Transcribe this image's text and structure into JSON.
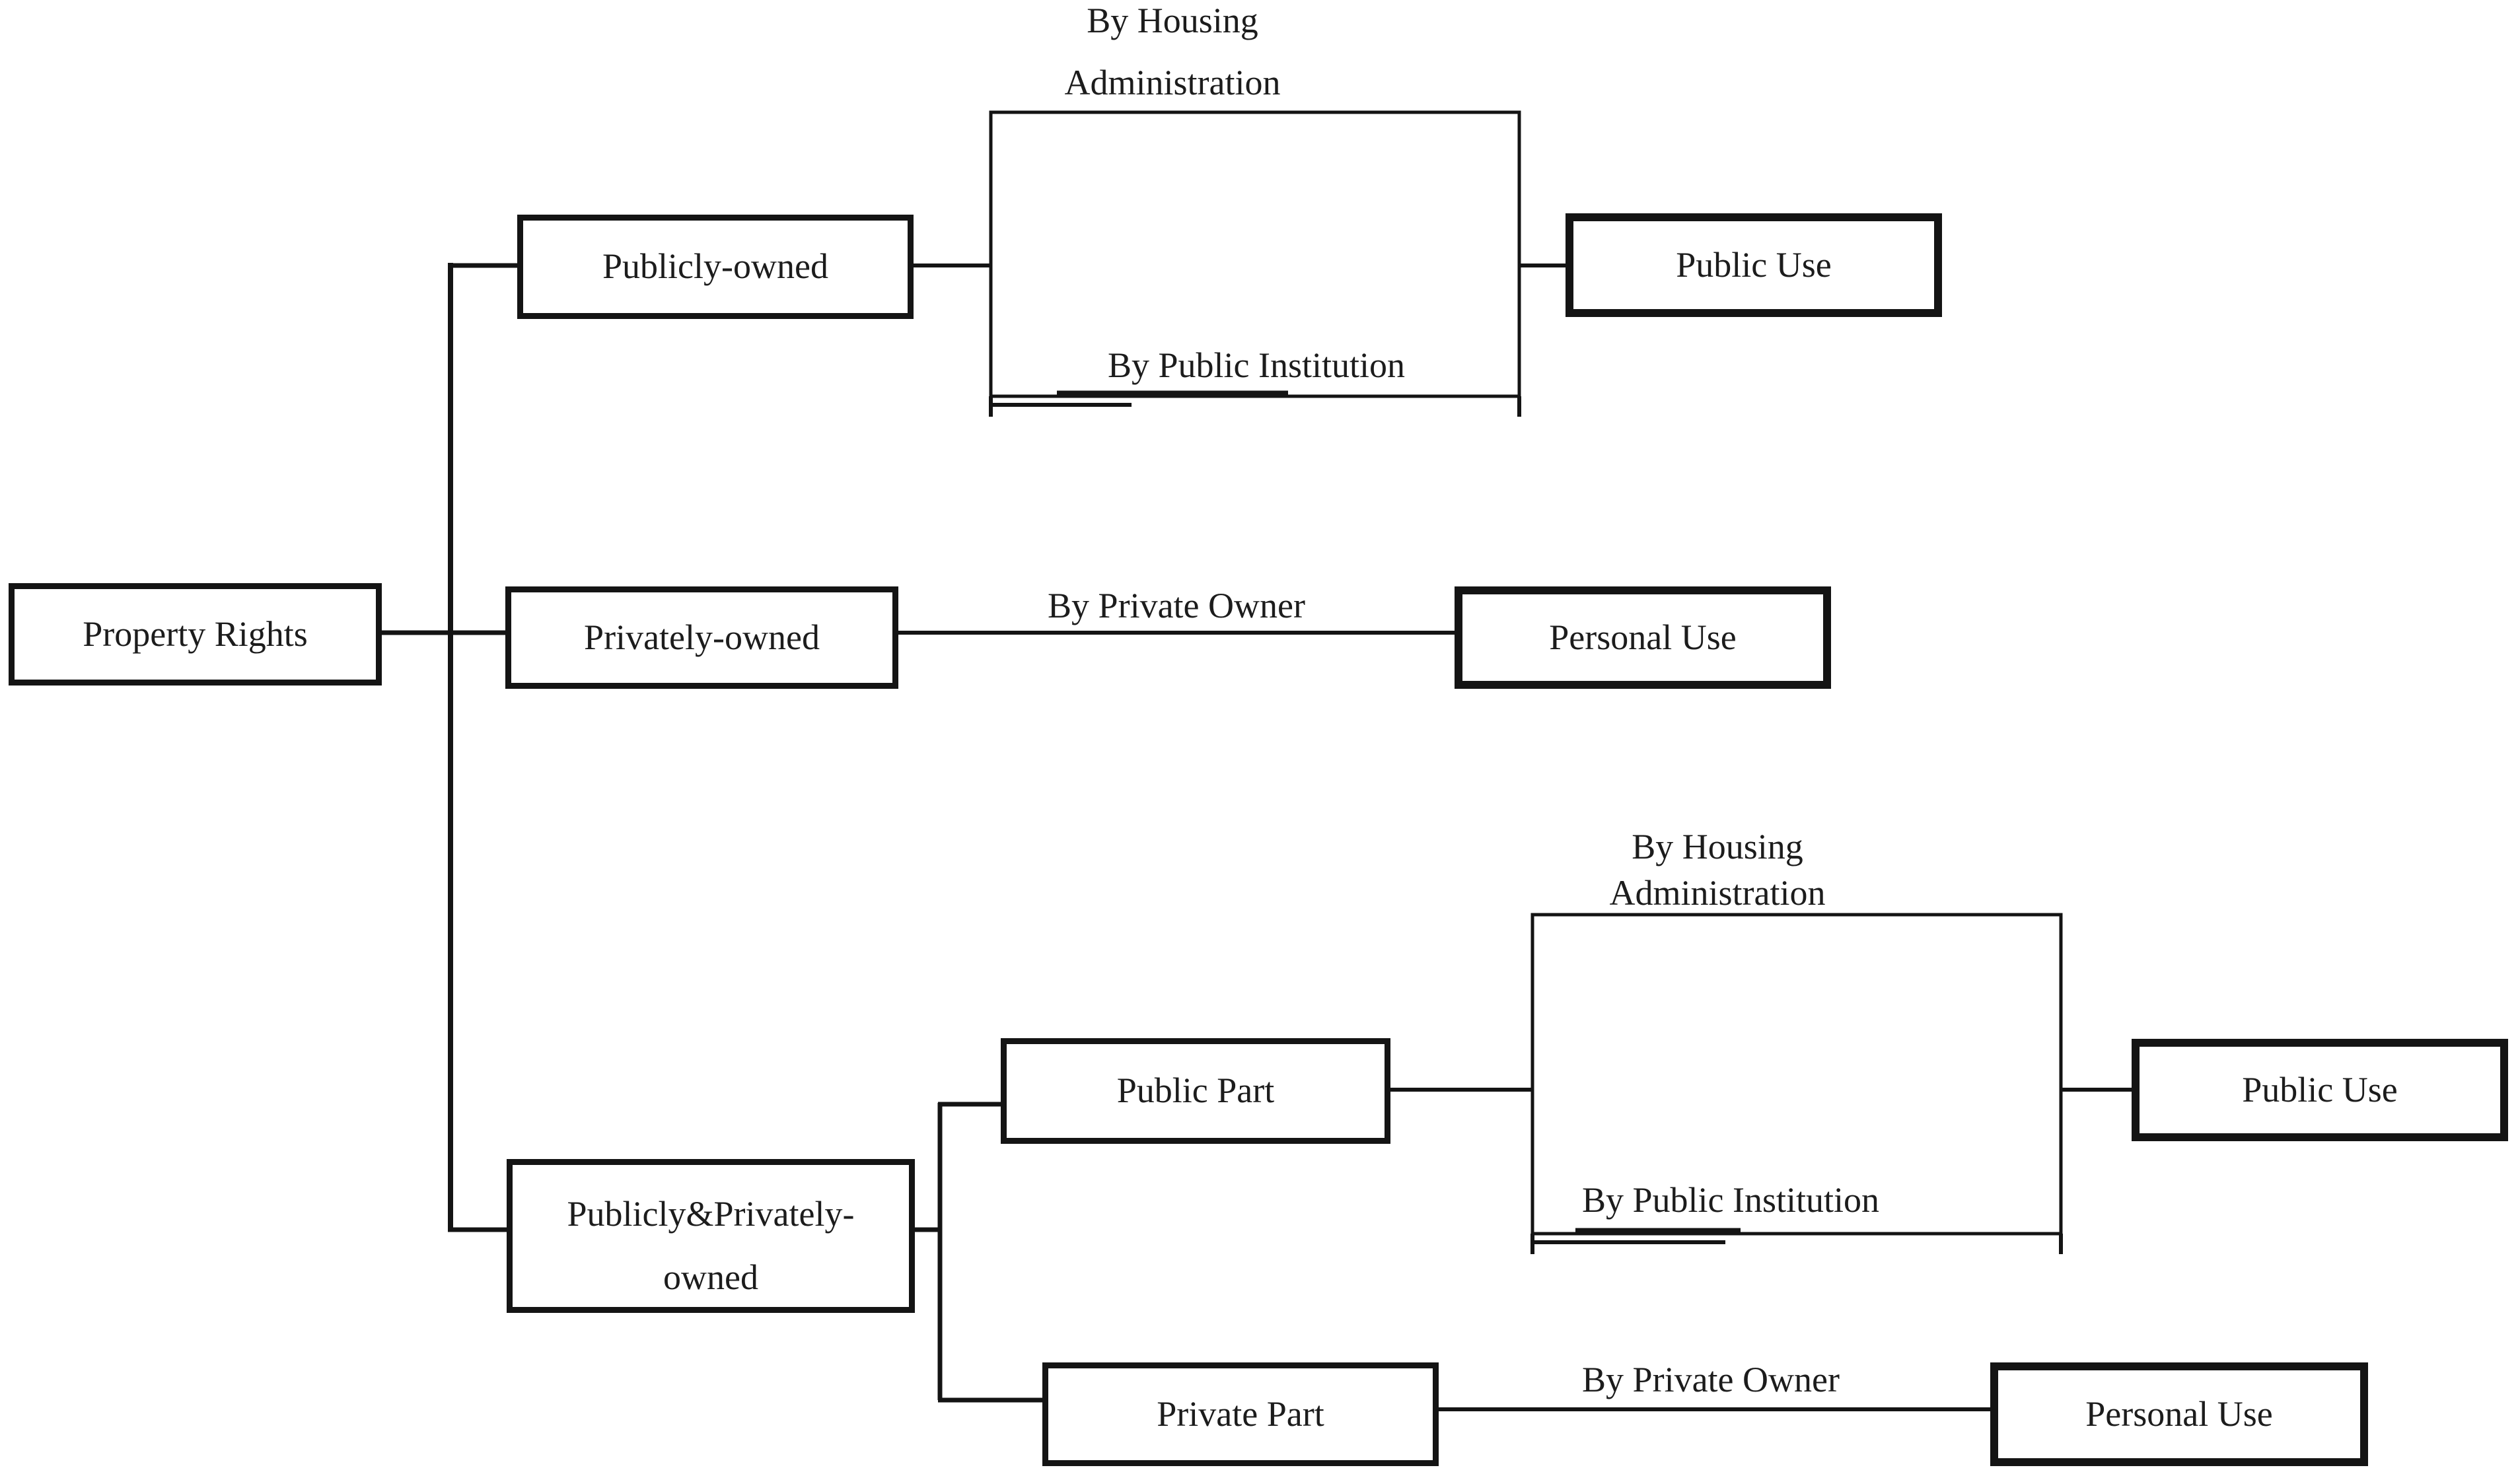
{
  "diagram_title": "Property rights classification flowchart",
  "colors": {
    "ink": "#141414",
    "background": "#ffffff"
  },
  "nodes": {
    "property_rights": "Property Rights",
    "publicly_owned": "Publicly-owned",
    "privately_owned": "Privately-owned",
    "publicly_privately_line1": "Publicly&Privately-",
    "publicly_privately_line2": "owned",
    "public_part": "Public Part",
    "private_part": "Private Part",
    "public_use_top": "Public Use",
    "personal_use_top": "Personal Use",
    "public_use_bottom": "Public Use",
    "personal_use_bottom": "Personal Use"
  },
  "edge_labels": {
    "top_route_line1": "By Housing",
    "top_route_line2": "Administration",
    "top_route_alt": "By Public Institution",
    "mid_route": "By Private Owner",
    "bottom_route_line1": "By Housing",
    "bottom_route_line2": "Administration",
    "bottom_route_alt": "By Public Institution",
    "bottom_private_route": "By Private Owner"
  }
}
